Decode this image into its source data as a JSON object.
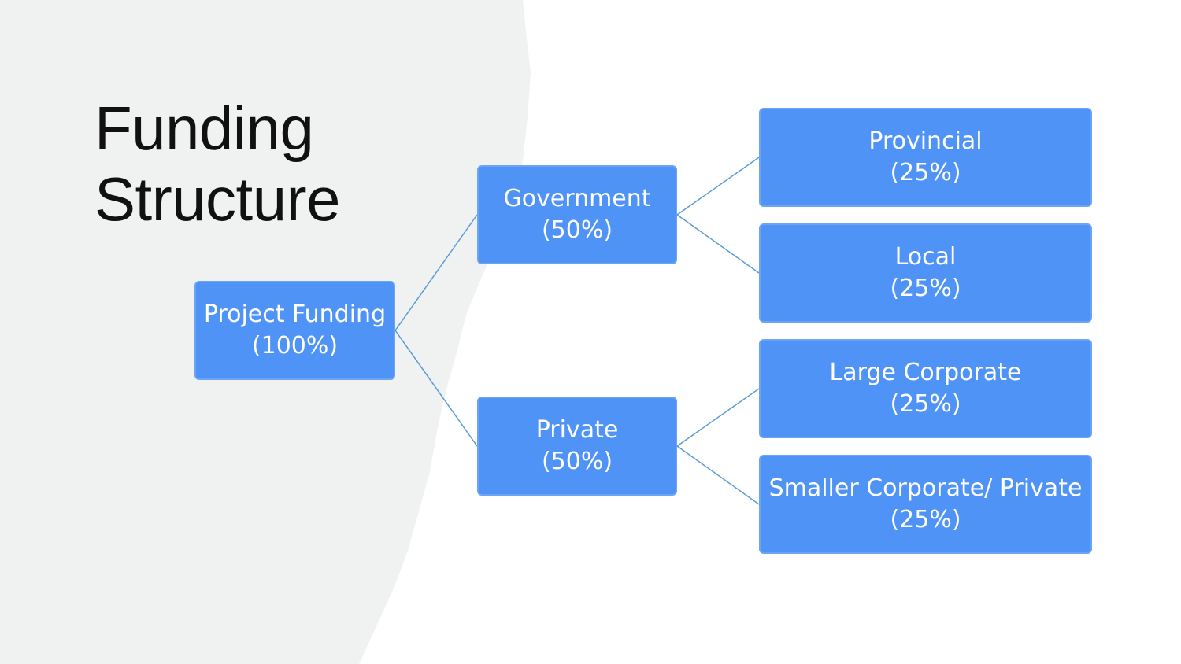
{
  "title": {
    "line1": "Funding",
    "line2": "Structure"
  },
  "colors": {
    "background_left": "#f0f1f1",
    "background_right": "#ffffff",
    "node_fill": "#4f93f6",
    "node_text": "#ffffff",
    "connector": "#5b9bd5"
  },
  "nodes": {
    "root": {
      "label": "Project Funding",
      "share": "(100%)"
    },
    "gov": {
      "label": "Government",
      "share": "(50%)"
    },
    "priv": {
      "label": "Private",
      "share": "(50%)"
    },
    "prov": {
      "label": "Provincial",
      "share": "(25%)"
    },
    "local": {
      "label": "Local",
      "share": "(25%)"
    },
    "large": {
      "label": "Large Corporate",
      "share": "(25%)"
    },
    "small": {
      "label": "Smaller Corporate/ Private",
      "share": "(25%)"
    }
  },
  "edges": [
    [
      "root",
      "gov"
    ],
    [
      "root",
      "priv"
    ],
    [
      "gov",
      "prov"
    ],
    [
      "gov",
      "local"
    ],
    [
      "priv",
      "large"
    ],
    [
      "priv",
      "small"
    ]
  ]
}
